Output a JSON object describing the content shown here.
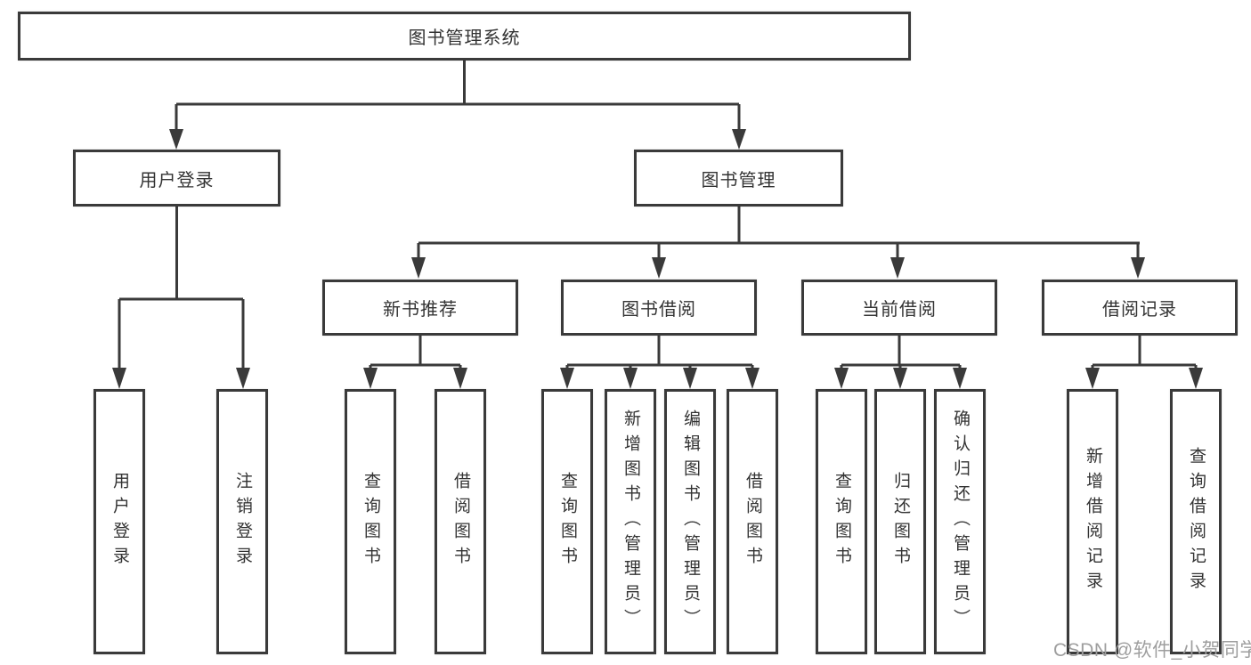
{
  "tree": {
    "root": {
      "label": "图书管理系统"
    },
    "level2": [
      {
        "label": "用户登录"
      },
      {
        "label": "图书管理"
      }
    ],
    "level3": [
      {
        "label": "新书推荐"
      },
      {
        "label": "图书借阅"
      },
      {
        "label": "当前借阅"
      },
      {
        "label": "借阅记录"
      }
    ],
    "leaves": {
      "user": [
        {
          "label": "用户登录"
        },
        {
          "label": "注销登录"
        }
      ],
      "recommend": [
        {
          "label": "查询图书"
        },
        {
          "label": "借阅图书"
        }
      ],
      "borrow": [
        {
          "label": "查询图书"
        },
        {
          "label": "新增图书（管理员）"
        },
        {
          "label": "编辑图书（管理员）"
        },
        {
          "label": "借阅图书"
        }
      ],
      "current": [
        {
          "label": "查询图书"
        },
        {
          "label": "归还图书"
        },
        {
          "label": "确认归还（管理员）"
        }
      ],
      "records": [
        {
          "label": "新增借阅记录"
        },
        {
          "label": "查询借阅记录"
        }
      ]
    }
  },
  "watermark": {
    "text": "CSDN @软件_小贺同学",
    "color": "#9e9e9e"
  },
  "colors": {
    "line": "#3a3a3a",
    "text": "#333333",
    "background": "#ffffff"
  }
}
